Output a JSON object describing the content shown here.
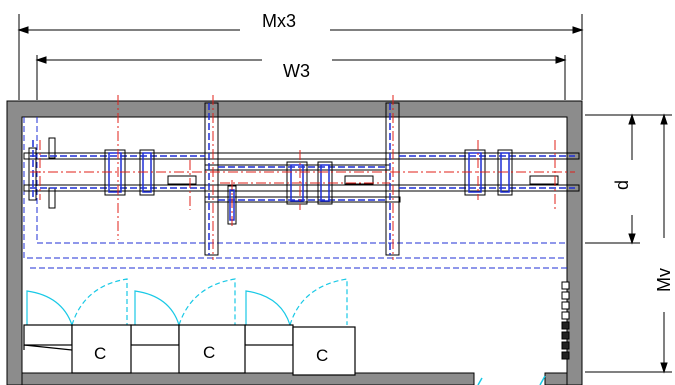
{
  "dimensions": {
    "overall_width_label": "Mx3",
    "inner_width_label": "W3",
    "depth_label": "d",
    "height_label": "Mv"
  },
  "units": [
    {
      "label": "C"
    },
    {
      "label": "C"
    },
    {
      "label": "C"
    }
  ],
  "colors": {
    "wall": "#8c8c8c",
    "wall_edge": "#000000",
    "hidden_line": "#1f2fd6",
    "center_line": "#e0201a",
    "door_swing": "#19c9e6",
    "beam": "#000000"
  }
}
